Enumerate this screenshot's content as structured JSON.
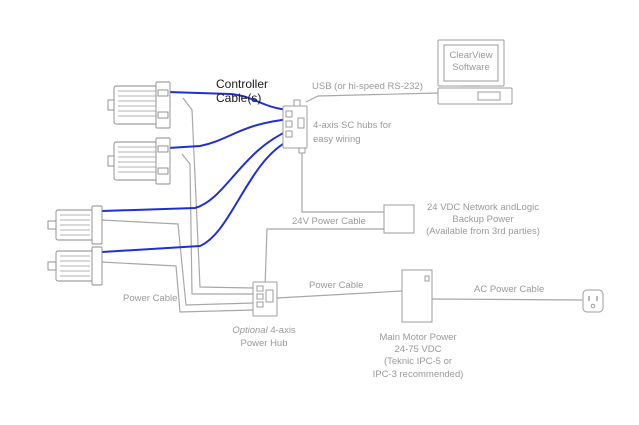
{
  "colors": {
    "controller_cable": "#1f2fd6",
    "gray_wire": "#a8a8a8",
    "label_gray": "#9a9a9a",
    "label_dark": "#1a1a1a"
  },
  "labels": {
    "controller_cables": [
      "Controller",
      "Cable(s)"
    ],
    "software": [
      "ClearView",
      "Software"
    ],
    "usb_link": "USB (or hi-speed RS-232)",
    "sc_hubs": [
      "4-axis SC hubs for",
      "easy wiring"
    ],
    "backup_power": [
      "24 VDC Network andLogic",
      "Backup Power",
      "(Available from 3rd parties)"
    ],
    "v24_cable": "24V Power  Cable",
    "power_cable_main": "Power Cable",
    "power_cable_motor": "Power Cable",
    "optional_prefix": "Optional",
    "optional_hub": [
      " 4-axis",
      "Power Hub"
    ],
    "main_power": [
      "Main Motor Power",
      "24-75 VDC",
      "(Teknic IPC-5 or",
      "IPC-3 recommended)"
    ],
    "ac_cable": "AC Power Cable"
  },
  "icons": [
    "servo-motor-icon",
    "computer-icon",
    "hub-icon",
    "power-supply-icon",
    "outlet-icon"
  ]
}
